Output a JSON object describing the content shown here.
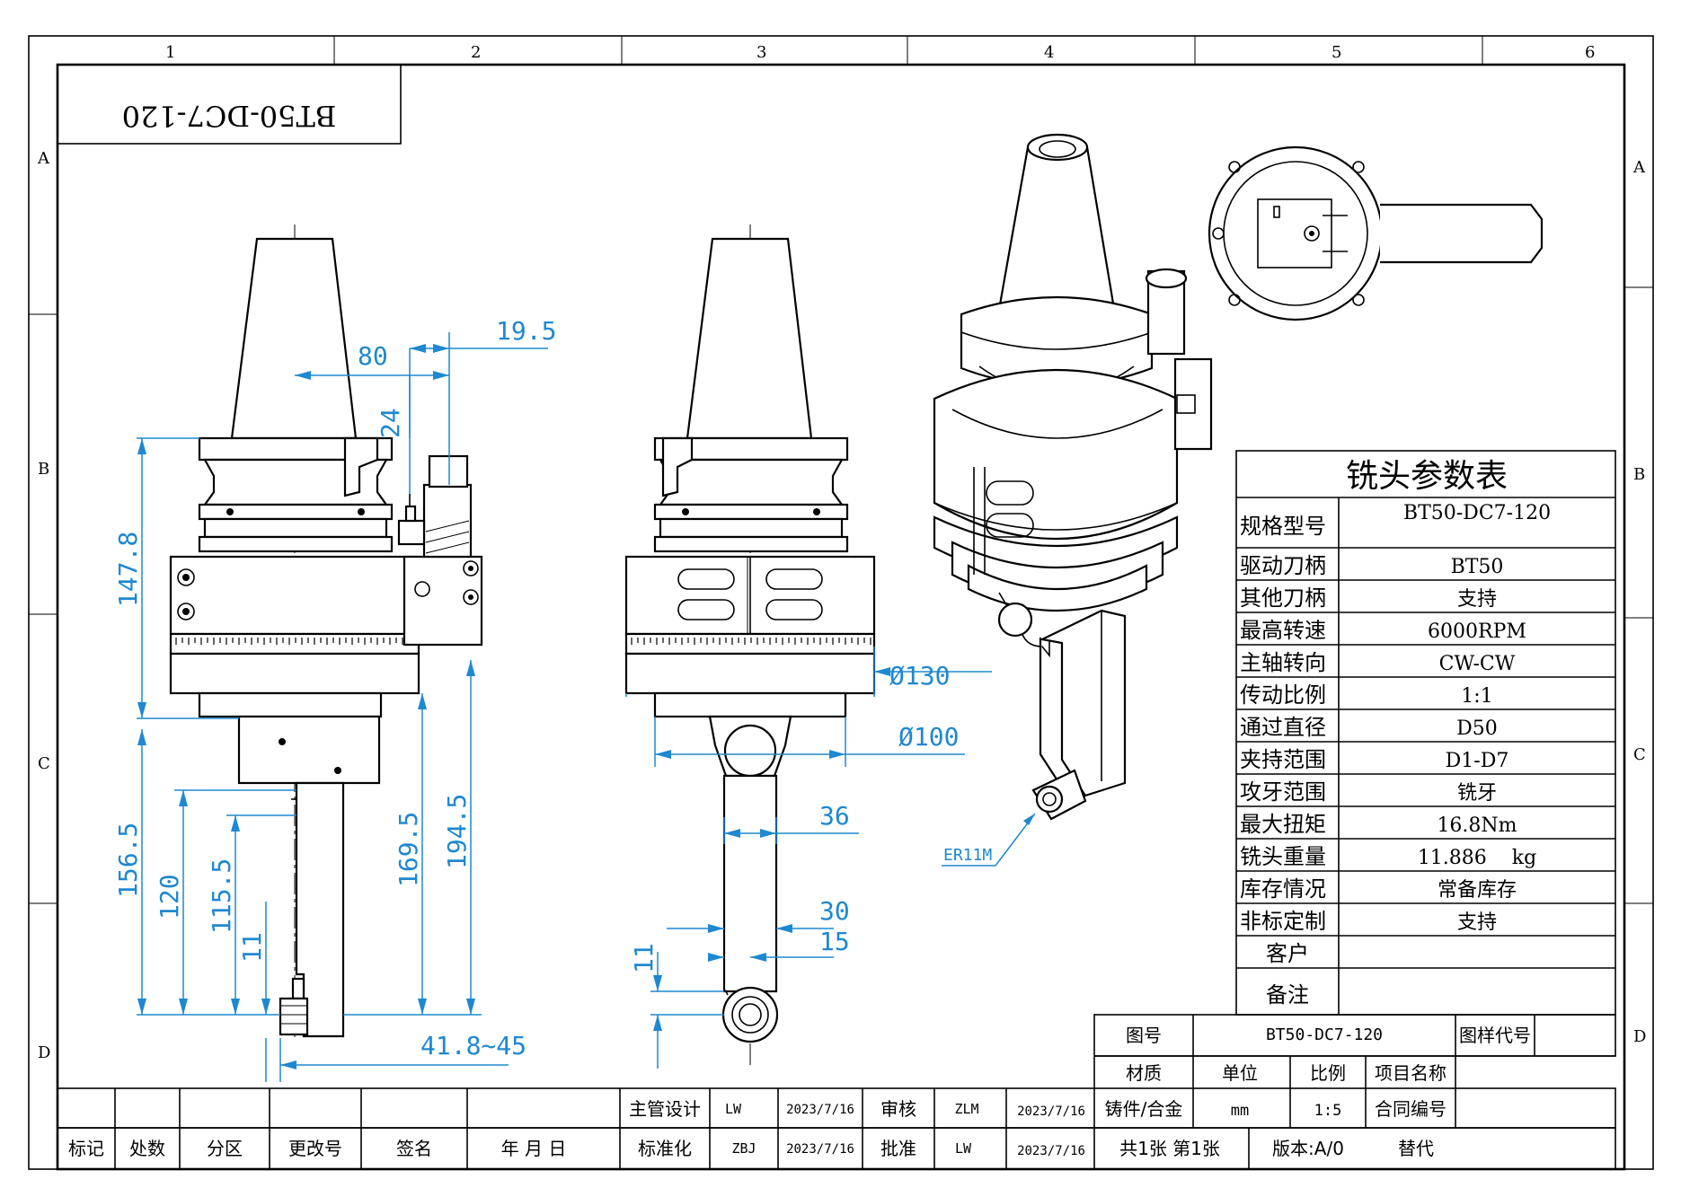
{
  "title_flipped": "BT50-DC7-120",
  "grid": {
    "cols": [
      "1",
      "2",
      "3",
      "4",
      "5",
      "6"
    ],
    "rows_left": [
      "A",
      "B",
      "C",
      "D"
    ],
    "rows_right": [
      "A",
      "B",
      "C",
      "D"
    ]
  },
  "dimensions": {
    "d80": "80",
    "d19_5": "19.5",
    "d24": "24",
    "d147_8": "147.8",
    "d156_5": "156.5",
    "d120": "120",
    "d115_5": "115.5",
    "d11a": "11",
    "d169_5": "169.5",
    "d194_5": "194.5",
    "d41_8": "41.8~45",
    "d130": "Ø130",
    "d100": "Ø100",
    "d36": "36",
    "d30": "30",
    "d15": "15",
    "d11b": "11",
    "er": "ER11M"
  },
  "params": {
    "title": "铣头参数表",
    "rows": [
      {
        "label": "规格型号",
        "value": "BT50-DC7-120"
      },
      {
        "label": "驱动刀柄",
        "value": "BT50"
      },
      {
        "label": "其他刀柄",
        "value": "支持"
      },
      {
        "label": "最高转速",
        "value": "6000RPM"
      },
      {
        "label": "主轴转向",
        "value": "CW-CW"
      },
      {
        "label": "传动比例",
        "value": "1:1"
      },
      {
        "label": "通过直径",
        "value": "D50"
      },
      {
        "label": "夹持范围",
        "value": "D1-D7"
      },
      {
        "label": "攻牙范围",
        "value": "铣牙"
      },
      {
        "label": "最大扭矩",
        "value": "16.8Nm"
      },
      {
        "label": "铣头重量",
        "value": "11.886    kg"
      },
      {
        "label": "库存情况",
        "value": "常备库存"
      },
      {
        "label": "非标定制",
        "value": "支持"
      },
      {
        "label": "客户",
        "value": ""
      },
      {
        "label": "备注",
        "value": ""
      }
    ]
  },
  "titleblock": {
    "drawing_no_label": "图号",
    "drawing_no": "BT50-DC7-120",
    "sample_code_label": "图样代号",
    "material_label": "材质",
    "unit_label": "单位",
    "scale_label": "比例",
    "project_label": "项目名称",
    "material": "铸件/合金",
    "unit": "mm",
    "scale": "1:5",
    "contract_label": "合同编号",
    "designer_label": "主管设计",
    "designer": "LW",
    "design_date": "2023/7/16",
    "reviewer_label": "审核",
    "reviewer": "ZLM",
    "review_date": "2023/7/16",
    "standard_label": "标准化",
    "standard": "ZBJ",
    "standard_date": "2023/7/16",
    "approve_label": "批准",
    "approver": "LW",
    "approve_date": "2023/7/16",
    "sheets": "共1张 第1张",
    "version": "版本:A/0",
    "replace_label": "替代",
    "rev_headers": [
      "标记",
      "处数",
      "分区",
      "更改号",
      "签名",
      "年 月 日"
    ]
  }
}
